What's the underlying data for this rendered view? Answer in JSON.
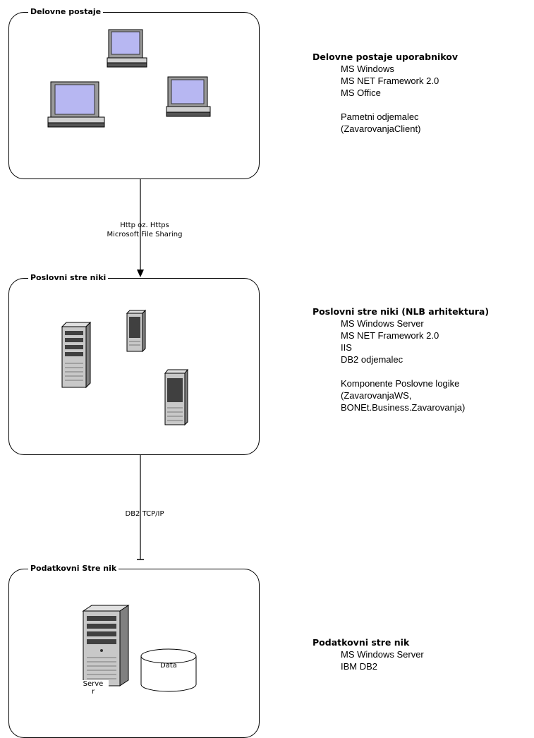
{
  "tiers": [
    {
      "title": "Delovne postaje",
      "info": {
        "heading": "Delovne postaje uporabnikov",
        "items": [
          "MS Windows",
          "MS NET Framework 2.0",
          "MS Office",
          "",
          "Pametni odjemalec",
          "(ZavarovanjaClient)"
        ]
      }
    },
    {
      "title": "Poslovni stre  niki",
      "info": {
        "heading": "Poslovni stre niki (NLB arhitektura)",
        "items": [
          "MS Windows Server",
          "MS NET Framework 2.0",
          "IIS",
          "DB2 odjemalec",
          "",
          "Komponente Poslovne logike",
          "(ZavarovanjaWS,",
          "BONEt.Business.Zavarovanja)"
        ]
      }
    },
    {
      "title": "Podatkovni Stre nik",
      "info": {
        "heading": "Podatkovni stre nik",
        "items": [
          "MS Windows Server",
          "IBM DB2"
        ]
      }
    }
  ],
  "connections": [
    {
      "lines": [
        "Http oz. Https",
        "Microsoft File Sharing"
      ]
    },
    {
      "lines": [
        "DB2 TCP/IP"
      ]
    }
  ],
  "data_store_label": "Data",
  "server_label_line1": "Serve",
  "server_label_line2": "r",
  "colors": {
    "screen": "#b7b7f2",
    "body": "#c8c8c8",
    "dark": "#404040",
    "border": "#000000"
  }
}
